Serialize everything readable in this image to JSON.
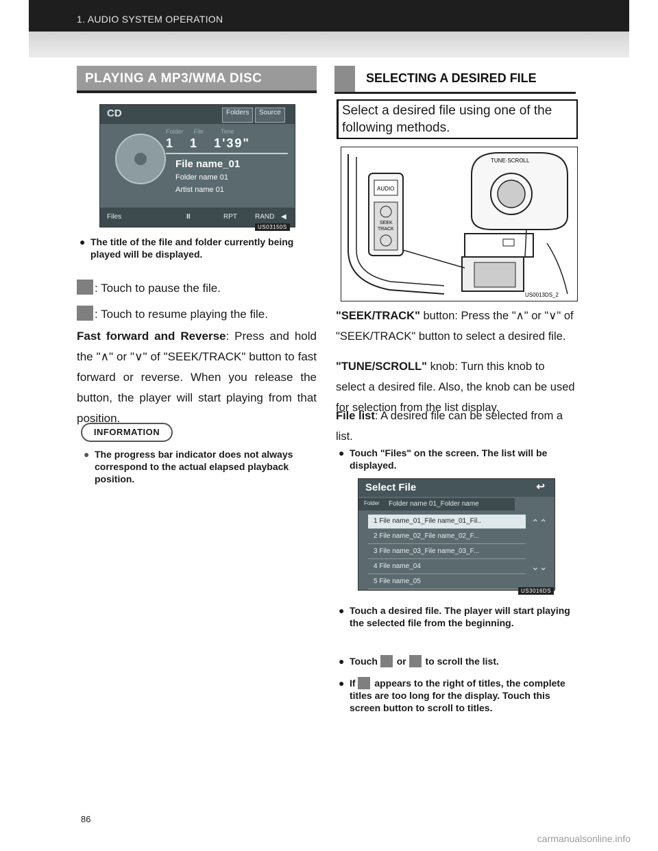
{
  "header": {
    "title": "1. AUDIO SYSTEM OPERATION"
  },
  "left": {
    "section_title": "PLAYING A MP3/WMA DISC",
    "screen": {
      "mode": "CD",
      "btn_folders": "Folders",
      "btn_source": "Source",
      "label_folder": "Folder",
      "label_file": "File",
      "label_time": "Time",
      "folder_num": "1",
      "file_num": "1",
      "time": "1'39\"",
      "file_name": "File name_01",
      "folder_name": "Folder name 01",
      "artist_name": "Artist name 01",
      "btn_files": "Files",
      "pause_symbol": "II",
      "btn_rpt": "RPT",
      "btn_rand": "RAND",
      "caption": "US03150S"
    },
    "bullet1": "The title of the file and folder currently being played will be displayed.",
    "pause_text": ": Touch to pause the file.",
    "resume_text": ": Touch to resume playing the file.",
    "ff_bold": "Fast forward and Reverse",
    "ff_text": ": Press and hold the \"∧\" or \"∨\" of \"SEEK/TRACK\" button to fast forward or reverse. When you release the button, the player will start playing from that position.",
    "info_label": "INFORMATION",
    "info_text": "The progress bar indicator does not always correspond to the actual elapsed playback position."
  },
  "right": {
    "section_title": "SELECTING A DESIRED FILE",
    "intro": "Select a desired file using one of the following methods.",
    "diagram": {
      "audio": "AUDIO",
      "seek": "SEEK",
      "track": "TRACK",
      "tune_scroll": "TUNE·SCROLL",
      "caption": "US0013DS_2"
    },
    "p_seek_bold": "\"SEEK/TRACK\"",
    "p_seek_text": " button: Press the \"∧\" or \"∨\" of \"SEEK/TRACK\" button to select a desired file.",
    "p_tune_bold": "\"TUNE/SCROLL\"",
    "p_tune_text": " knob: Turn this knob to select a desired file. Also, the knob can be used for selection from the list display.",
    "p_filelist_bold": "File list",
    "p_filelist_text": ": A desired file can be selected from a list.",
    "bullet_files": "Touch \"Files\" on the screen. The list will be displayed.",
    "list": {
      "title": "Select File",
      "folder_label": "Folder",
      "folder_value": "Folder name 01_Folder name",
      "rows": [
        "1  File name_01_File name_01_Fil..",
        "2  File name_02_File name_02_F...",
        "3  File name_03_File name_03_F...",
        "4  File name_04",
        "5  File name_05"
      ],
      "caption": "US3016DS"
    },
    "bullet_touch": "Touch a desired file. The player will start playing the selected file from the beginning.",
    "bullet_scroll_a": "Touch",
    "bullet_scroll_b": "or",
    "bullet_scroll_c": "to scroll the list.",
    "bullet_if_a": "If",
    "bullet_if_b": "appears to the right of titles, the complete titles are too long for the display. Touch this screen button to scroll to titles."
  },
  "footer": {
    "page": "86",
    "watermark": "carmanualsonline.info"
  }
}
